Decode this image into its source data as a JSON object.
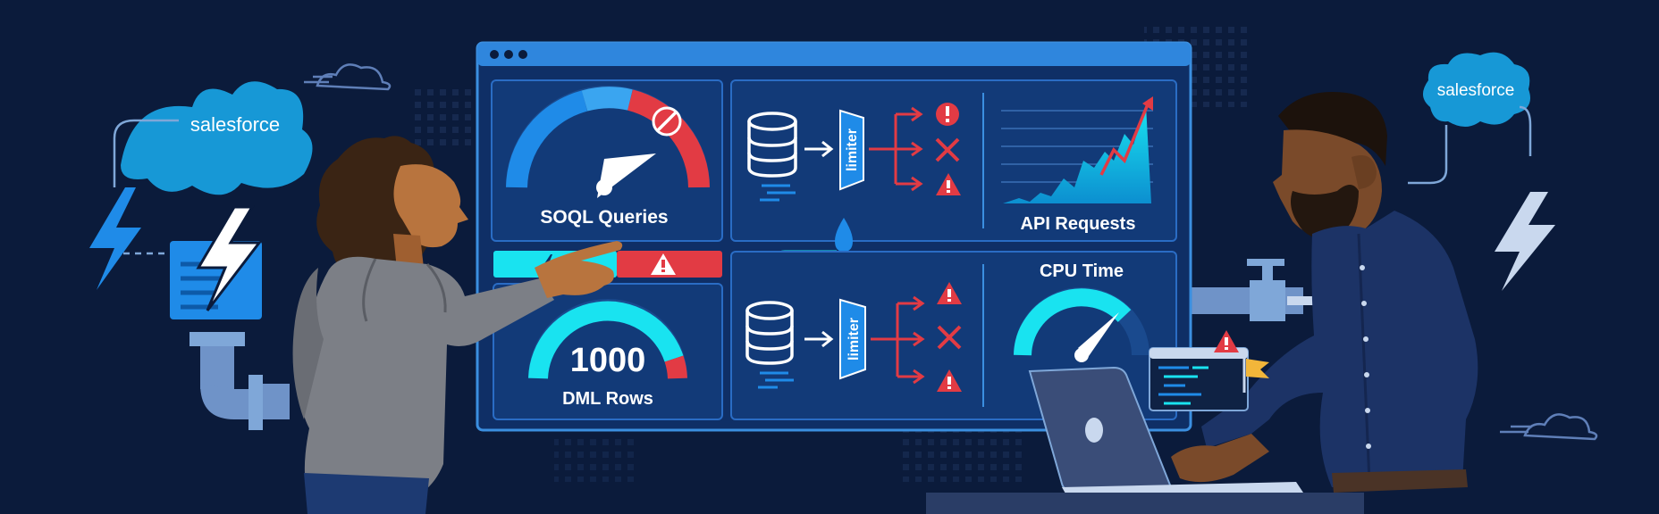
{
  "colors": {
    "background": "#0b1b3b",
    "panel": "#123a78",
    "panel_border": "#3b8fe0",
    "accent_cyan": "#19e3f0",
    "accent_blue": "#1f8be8",
    "alert_red": "#e23b44",
    "salesforce_blue": "#1798d6"
  },
  "brand": {
    "left_cloud": "salesforce",
    "right_cloud": "salesforce"
  },
  "dashboard": {
    "soql": {
      "label": "SOQL Queries",
      "gauge_fraction": 0.92
    },
    "flow_top": {
      "limiter_label": "limiter"
    },
    "api": {
      "label": "API Requests"
    },
    "dml": {
      "label": "DML Rows",
      "value": "1000",
      "gauge_fraction": 0.97
    },
    "flow_bottom": {
      "limiter_label": "limiter"
    },
    "cpu": {
      "label": "CPU Time",
      "gauge_fraction": 0.72
    }
  },
  "icons": [
    "window-dots-icon",
    "database-icon",
    "arrow-right-icon",
    "alert-icon",
    "cross-icon",
    "warning-triangle-icon",
    "no-entry-icon",
    "lightning-bolt-icon",
    "cloud-icon",
    "pipe-icon",
    "laptop-icon",
    "flag-icon",
    "code-window-icon"
  ]
}
